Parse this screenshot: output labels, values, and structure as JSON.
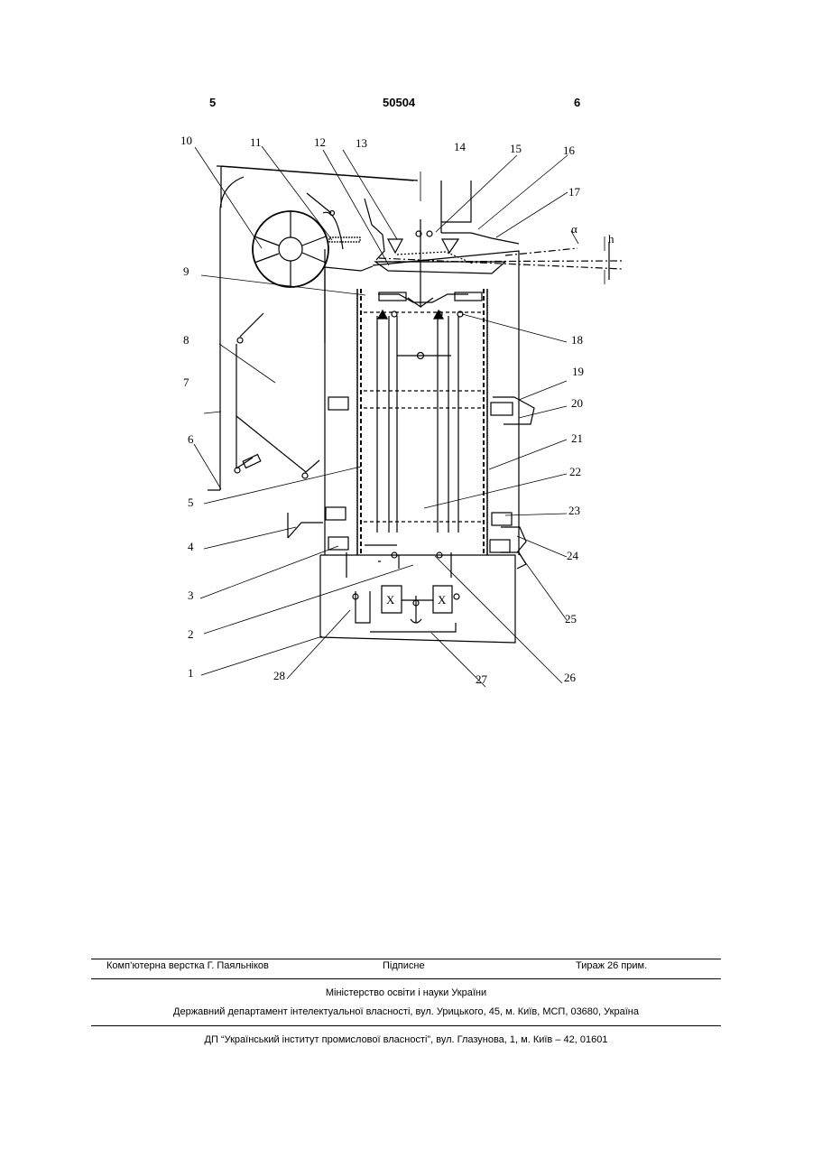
{
  "header": {
    "page_left": "5",
    "patent_number": "50504",
    "page_right": "6"
  },
  "drawing": {
    "labels": [
      "1",
      "2",
      "3",
      "4",
      "5",
      "6",
      "7",
      "8",
      "9",
      "10",
      "11",
      "12",
      "13",
      "14",
      "15",
      "16",
      "17",
      "18",
      "19",
      "20",
      "21",
      "22",
      "23",
      "24",
      "25",
      "26",
      "27",
      "28"
    ],
    "symbol_alpha": "α",
    "symbol_h": "h",
    "x_mark": "X"
  },
  "footer": {
    "layout_credit": "Комп’ютерна верстка Г. Паяльніков",
    "subscription": "Підписне",
    "print_run": "Тираж 26 прим.",
    "ministry": "Міністерство освіти і науки України",
    "department": "Державний департамент інтелектуальної власності, вул. Урицького, 45, м. Київ, МСП, 03680, Україна",
    "institute": "ДП “Український інститут промислової власності”, вул. Глазунова, 1, м. Київ – 42, 01601"
  }
}
